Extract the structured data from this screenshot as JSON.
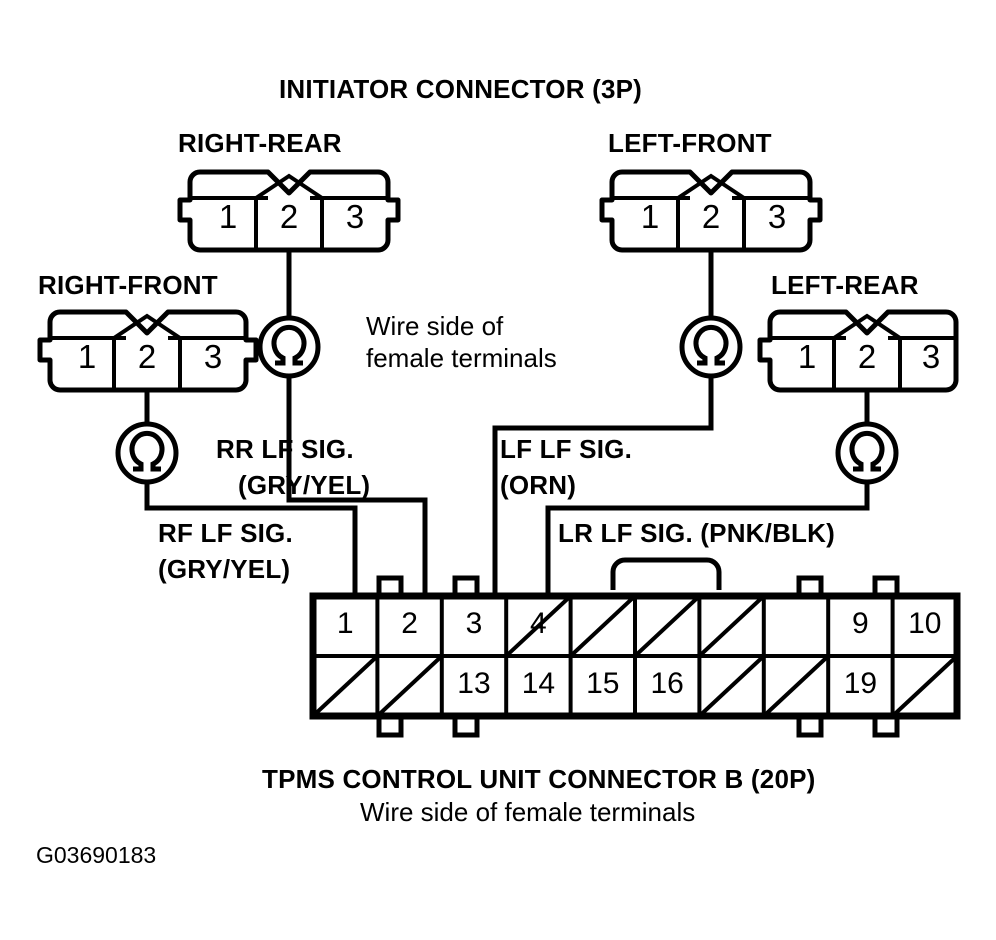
{
  "diagram": {
    "title": "INITIATOR CONNECTOR (3P)",
    "id_code": "G03690183",
    "note_center": "Wire side of\nfemale terminals",
    "note_center_line1": "Wire side of",
    "note_center_line2": "female terminals",
    "bottom_caption": "TPMS CONTROL UNIT CONNECTOR B (20P)",
    "bottom_note": "Wire side of female terminals"
  },
  "initiator_connectors": [
    {
      "name": "right-rear",
      "label": "RIGHT-REAR",
      "pins": [
        "1",
        "2",
        "3"
      ],
      "symbol": "omega-icon"
    },
    {
      "name": "left-front",
      "label": "LEFT-FRONT",
      "pins": [
        "1",
        "2",
        "3"
      ],
      "symbol": "omega-icon"
    },
    {
      "name": "right-front",
      "label": "RIGHT-FRONT",
      "pins": [
        "1",
        "2",
        "3"
      ],
      "symbol": "omega-icon"
    },
    {
      "name": "left-rear",
      "label": "LEFT-REAR",
      "pins": [
        "1",
        "2",
        "3"
      ],
      "symbol": "omega-icon"
    }
  ],
  "wire_labels": [
    {
      "name": "rr-lf-sig",
      "line1": "RR LF SIG.",
      "line2": "(GRY/YEL)",
      "signal": "RR LF SIG.",
      "color_code": "GRY/YEL"
    },
    {
      "name": "rf-lf-sig",
      "line1": "RF LF SIG.",
      "line2": "(GRY/YEL)",
      "signal": "RF LF SIG.",
      "color_code": "GRY/YEL"
    },
    {
      "name": "lf-lf-sig",
      "line1": "LF LF SIG.",
      "line2": "(ORN)",
      "signal": "LF LF SIG.",
      "color_code": "ORN"
    },
    {
      "name": "lr-lf-sig",
      "line1": "LR LF SIG. (PNK/BLK)",
      "line2": "",
      "signal": "LR LF SIG.",
      "color_code": "PNK/BLK"
    }
  ],
  "control_unit_connector": {
    "name": "tpms-control-unit-connector-b",
    "caption": "TPMS CONTROL UNIT CONNECTOR B (20P)",
    "note": "Wire side of female terminals",
    "columns": 10,
    "rows": 2,
    "top_row": [
      "1",
      "2",
      "3",
      "4",
      "",
      "",
      "",
      "",
      "9",
      "10"
    ],
    "bottom_row": [
      "",
      "",
      "13",
      "14",
      "15",
      "16",
      "",
      "",
      "19",
      ""
    ],
    "top_row_blank": [
      false,
      false,
      false,
      false,
      true,
      true,
      true,
      true,
      false,
      false
    ],
    "bottom_row_blank": [
      true,
      true,
      false,
      false,
      false,
      false,
      true,
      true,
      false,
      true
    ]
  },
  "colors": {
    "stroke": "#000000",
    "background": "#ffffff"
  }
}
